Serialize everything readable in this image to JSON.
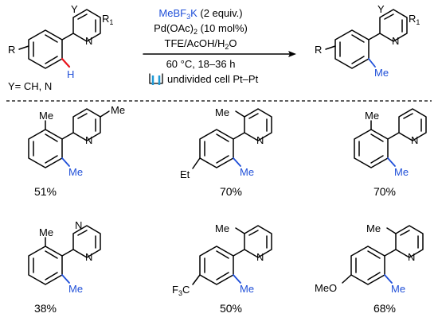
{
  "colors": {
    "blue": "#1f4fd8",
    "red": "#e8141b",
    "black": "#000000"
  },
  "reaction": {
    "reagent": {
      "main": "MeBF",
      "sub": "3",
      "end": "K",
      "equiv": " (2 equiv.)"
    },
    "catalyst": {
      "main": "Pd(OAc)",
      "sub": "2",
      "end": " (10 mol%)"
    },
    "solvent": {
      "main": "TFE/AcOH/H",
      "sub": "2",
      "end": "O"
    },
    "conditions": "60 °C, 18–36 h",
    "cell": "undivided cell Pt–Pt"
  },
  "substrate": {
    "Y": "Y",
    "R1": {
      "main": "R",
      "sub": "1"
    },
    "R": "R",
    "N": "N",
    "H": "H",
    "y_def": "Y= CH, N"
  },
  "product": {
    "Y": "Y",
    "R1": {
      "main": "R",
      "sub": "1"
    },
    "R": "R",
    "N": "N",
    "Me": "Me"
  },
  "compounds": [
    {
      "yield": "51%",
      "Me_top": "Me",
      "Me_ring": "Me",
      "N": "N",
      "Me_new": "Me"
    },
    {
      "yield": "70%",
      "Me_top": "Me",
      "N": "N",
      "Et": "Et",
      "Me_new": "Me"
    },
    {
      "yield": "70%",
      "Me_top": "Me",
      "N": "N",
      "Me_new": "Me"
    },
    {
      "yield": "38%",
      "Me_top": "Me",
      "N1": "N",
      "N2": "N",
      "Me_new": "Me"
    },
    {
      "yield": "50%",
      "Me_top": "Me",
      "N": "N",
      "CF3": {
        "main": "F",
        "sub": "3",
        "end": "C"
      },
      "Me_new": "Me"
    },
    {
      "yield": "68%",
      "Me_top": "Me",
      "N": "N",
      "MeO": "MeO",
      "Me_new": "Me"
    }
  ]
}
